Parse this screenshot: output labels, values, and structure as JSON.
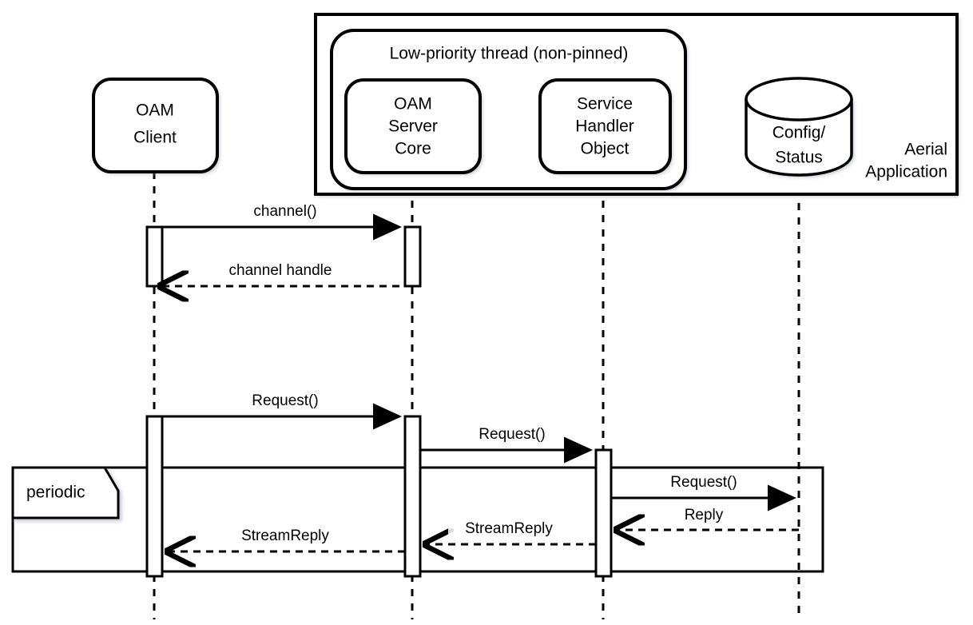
{
  "diagram": {
    "type": "uml-sequence-diagram",
    "title": "",
    "background": "#ffffff",
    "line_color": "#000000",
    "fill_color": "#ffffff"
  },
  "containers": {
    "application": {
      "label_line1": "Aerial",
      "label_line2": "Application",
      "shape": "rectangle"
    },
    "thread": {
      "label": "Low-priority thread (non-pinned)",
      "shape": "rounded-rectangle"
    }
  },
  "participants": [
    {
      "id": "oam-client",
      "shape": "rounded-rectangle",
      "lines": [
        "OAM",
        "Client"
      ]
    },
    {
      "id": "oam-server-core",
      "shape": "rounded-rectangle",
      "lines": [
        "OAM",
        "Server",
        "Core"
      ]
    },
    {
      "id": "service-handler-object",
      "shape": "rounded-rectangle",
      "lines": [
        "Service",
        "Handler",
        "Object"
      ]
    },
    {
      "id": "config-status",
      "shape": "database-cylinder",
      "lines": [
        "Config/",
        "Status"
      ]
    }
  ],
  "fragment": {
    "operator": "periodic",
    "shape": "combined-fragment"
  },
  "messages": [
    {
      "id": "m1",
      "label": "channel()",
      "from": "oam-client",
      "to": "oam-server-core",
      "kind": "call",
      "style": "solid"
    },
    {
      "id": "m2",
      "label": "channel handle",
      "from": "oam-server-core",
      "to": "oam-client",
      "kind": "return",
      "style": "dashed"
    },
    {
      "id": "m3",
      "label": "Request()",
      "from": "oam-client",
      "to": "oam-server-core",
      "kind": "call",
      "style": "solid"
    },
    {
      "id": "m4",
      "label": "Request()",
      "from": "oam-server-core",
      "to": "service-handler-object",
      "kind": "call",
      "style": "solid"
    },
    {
      "id": "m5",
      "label": "Request()",
      "from": "service-handler-object",
      "to": "config-status",
      "kind": "call",
      "style": "solid"
    },
    {
      "id": "m6",
      "label": "Reply",
      "from": "config-status",
      "to": "service-handler-object",
      "kind": "return",
      "style": "dashed"
    },
    {
      "id": "m7",
      "label": "StreamReply",
      "from": "service-handler-object",
      "to": "oam-server-core",
      "kind": "return",
      "style": "dashed"
    },
    {
      "id": "m8",
      "label": "StreamReply",
      "from": "oam-server-core",
      "to": "oam-client",
      "kind": "return",
      "style": "dashed"
    }
  ]
}
